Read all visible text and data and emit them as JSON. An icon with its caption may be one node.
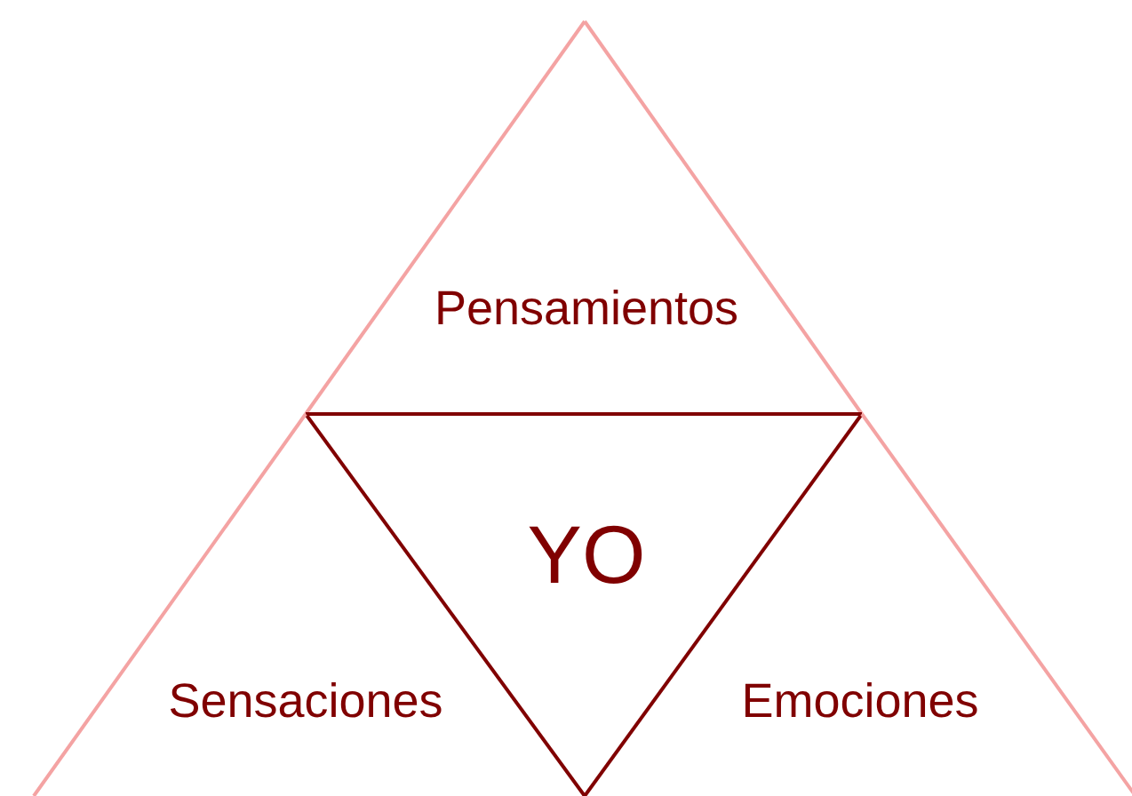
{
  "diagram": {
    "nodes": [
      {
        "text": [
          "Pensamientos"
        ]
      },
      {
        "text": [
          "YO"
        ]
      },
      {
        "text": [
          "Sensaciones"
        ]
      },
      {
        "text": [
          "Emociones"
        ]
      }
    ]
  }
}
